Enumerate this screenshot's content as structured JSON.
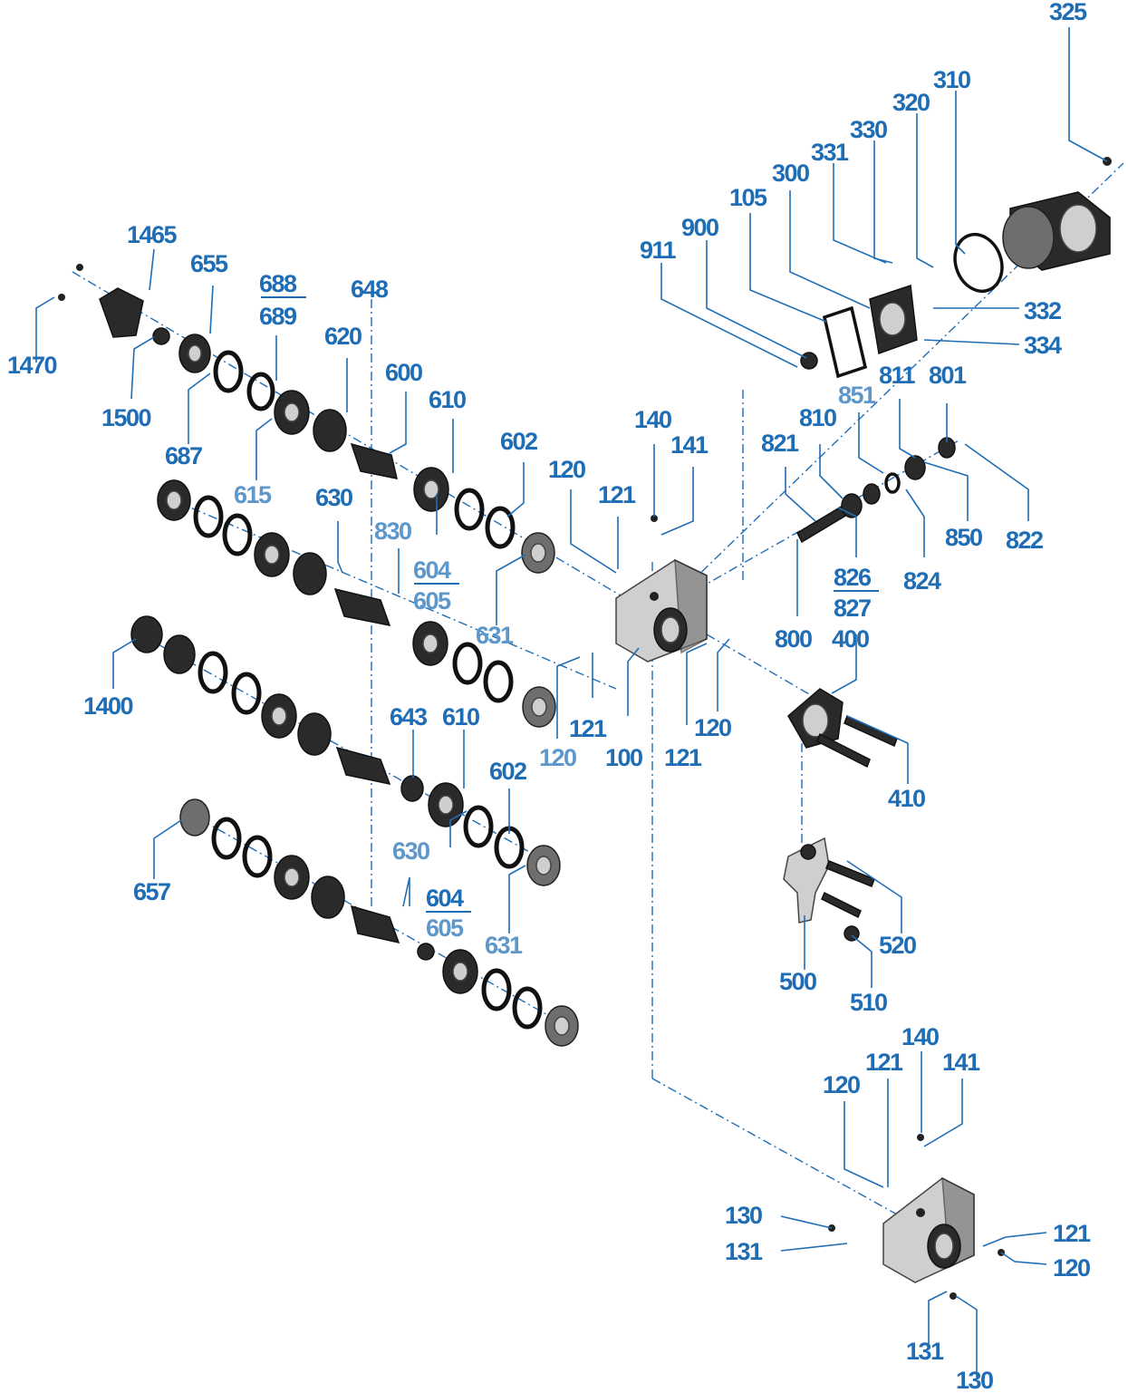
{
  "diagram": {
    "type": "exploded parts diagram",
    "callouts": {
      "c325": "325",
      "c310": "310",
      "c320": "320",
      "c330": "330",
      "c331": "331",
      "c300": "300",
      "c105": "105",
      "c900": "900",
      "c911": "911",
      "c332": "332",
      "c334": "334",
      "c1465": "1465",
      "c655": "655",
      "c688": "688",
      "c689": "689",
      "c648": "648",
      "c1470": "1470",
      "c620": "620",
      "c600": "600",
      "c610a": "610",
      "c1500": "1500",
      "c687": "687",
      "c615": "615",
      "c630a": "630",
      "c830": "830",
      "c604a": "604",
      "c605a": "605",
      "c602a": "602",
      "c631a": "631",
      "c120a": "120",
      "c121a": "121",
      "c140a": "140",
      "c141a": "141",
      "c851": "851",
      "c811": "811",
      "c801": "801",
      "c810b": "810",
      "c821": "821",
      "c850": "850",
      "c822": "822",
      "c826": "826",
      "c827": "827",
      "c824": "824",
      "c800": "800",
      "c400": "400",
      "c1400": "1400",
      "c121b": "121",
      "c120b": "120",
      "c100": "100",
      "c121c": "121",
      "c120c": "120",
      "c643": "643",
      "c610c": "610",
      "c602b": "602",
      "c410": "410",
      "c630b": "630",
      "c657": "657",
      "c604b": "604",
      "c605b": "605",
      "c631b": "631",
      "c520": "520",
      "c500": "500",
      "c510": "510",
      "c140b": "140",
      "c121d": "121",
      "c141b": "141",
      "c120d": "120",
      "c130a": "130",
      "c131a": "131",
      "c121e": "121",
      "c120e": "120",
      "c131b": "131",
      "c130b": "130"
    },
    "colors": {
      "callout": "#1f6db5",
      "callout_light": "#5e97c9",
      "part_dark": "#2a2a2a",
      "housing": "#cfcfcf",
      "background": "#ffffff"
    }
  }
}
